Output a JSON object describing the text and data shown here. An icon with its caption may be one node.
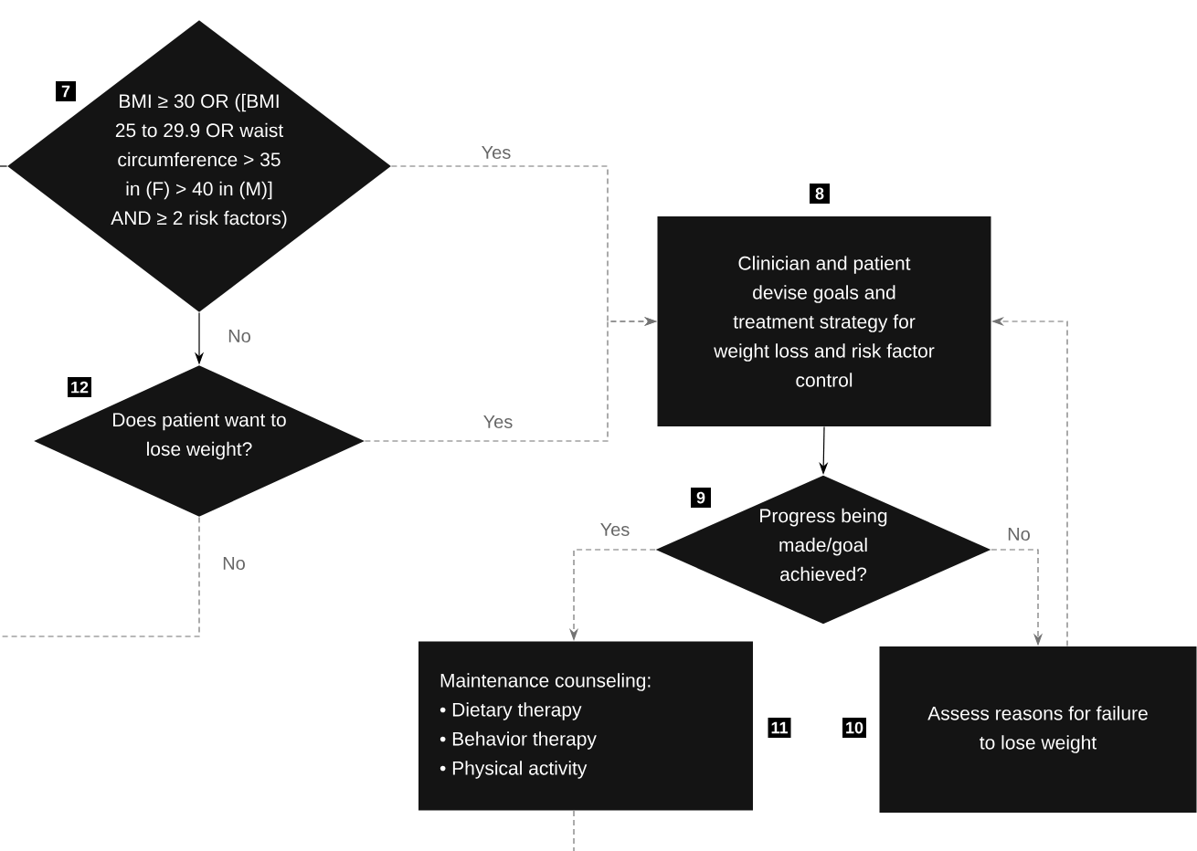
{
  "diagram": {
    "nodes": [
      {
        "text": [
          "BMI ≥ 30 OR ([BMI 25 to 29.9 OR waist circumference > 35 in (F) > 40 in (M)] AND ≥ 2 risk factors)"
        ],
        "beside": [
          "7"
        ]
      },
      {
        "text": [
          "Clinician and patient devise goals and treatment strategy for weight loss and risk factor control"
        ],
        "beside": [
          "8"
        ]
      },
      {
        "text": [
          "Does patient want to lose weight?"
        ],
        "beside": [
          "12"
        ]
      },
      {
        "text": [
          "Progress being made/goal achieved?"
        ],
        "beside": [
          "9"
        ]
      },
      {
        "text": [
          "Maintenance counseling:",
          "• Dietary therapy",
          "• Behavior therapy",
          "• Physical activity"
        ],
        "beside": [
          "11"
        ]
      },
      {
        "text": [
          "Assess reasons for failure to lose weight"
        ],
        "beside": [
          "10"
        ]
      }
    ],
    "edges": [
      {
        "from": 0,
        "to": 1,
        "arrow": "to",
        "label": "Yes",
        "style": "dashed"
      },
      {
        "from": 0,
        "to": 2,
        "arrow": "to",
        "label": "No",
        "color": "#000000"
      },
      {
        "from": 2,
        "to": 1,
        "arrow": "to",
        "label": "Yes",
        "style": "dashed"
      },
      {
        "from": 2,
        "to": null,
        "arrow": "none",
        "label": "No",
        "style": "dashed"
      },
      {
        "from": null,
        "to": 0,
        "arrow": "none",
        "color": "#000000"
      },
      {
        "from": 1,
        "to": 3,
        "arrow": "to",
        "color": "#000000"
      },
      {
        "from": 3,
        "to": 4,
        "arrow": "to",
        "label": "Yes",
        "style": "dashed"
      },
      {
        "from": 3,
        "to": 5,
        "arrow": "to",
        "label": "No",
        "style": "dashed"
      },
      {
        "from": 5,
        "to": 1,
        "arrow": "to",
        "style": "dashed"
      },
      {
        "from": 4,
        "to": null,
        "arrow": "none",
        "style": "dashed"
      }
    ]
  }
}
